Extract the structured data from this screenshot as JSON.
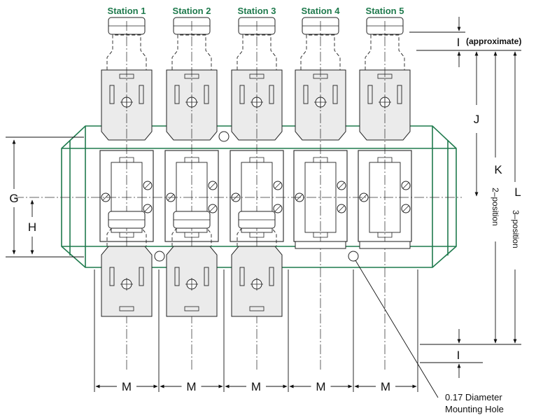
{
  "stations": [
    "Station 1",
    "Station 2",
    "Station 3",
    "Station 4",
    "Station 5"
  ],
  "dimensions": {
    "g": "G",
    "h": "H",
    "i": "I",
    "j": "J",
    "k": "K",
    "l": "L",
    "m": "M"
  },
  "notes": {
    "approximate": "(approximate)",
    "two_position": "2–position",
    "three_position": "3–position",
    "hole_line1": "0.17 Diameter",
    "hole_line2": "Mounting Hole"
  },
  "colors": {
    "manifold": "#1f7a4d",
    "station_label": "#1f7a4d",
    "valve": "#222222",
    "valve_fill": "#ebebeb",
    "dimension": "#111111"
  }
}
